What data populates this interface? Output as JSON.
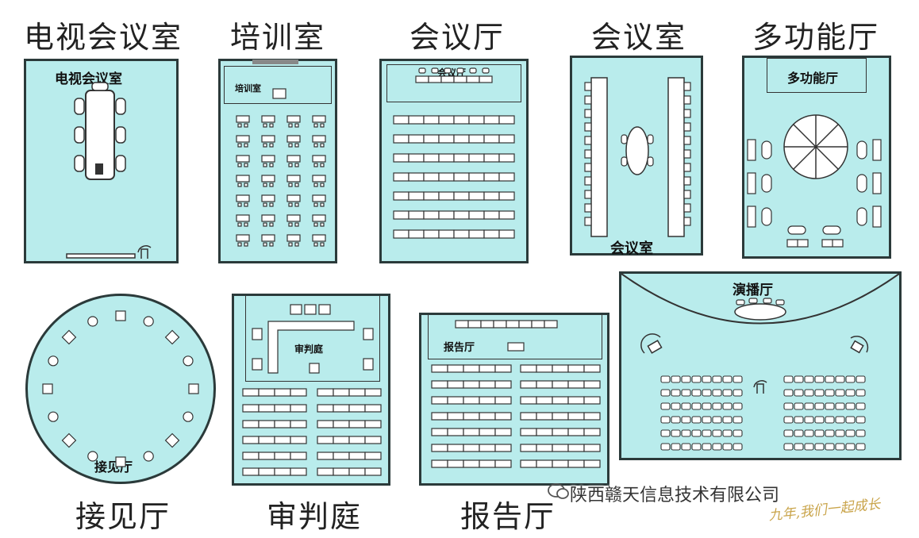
{
  "captions": {
    "tv_room": "电视会议室",
    "training": "培训室",
    "conf_hall": "会议厅",
    "meeting": "会议室",
    "multi": "多功能厅",
    "reception": "接见厅",
    "trial": "审判庭",
    "report": "报告厅"
  },
  "room_labels": {
    "tv_room": "电视会议室",
    "training": "培训室",
    "conf_hall": "会议厅",
    "meeting": "会议室",
    "multi": "多功能厅",
    "reception": "接见厅",
    "trial": "审判庭",
    "report": "报告厅",
    "broadcast": "演播厅"
  },
  "watermark": {
    "company": "陕西赣天信息技术有限公司",
    "slogan": "九年,我们一起成长"
  },
  "colors": {
    "room_fill": "#b9ecec",
    "outline": "#2b3a3a"
  }
}
